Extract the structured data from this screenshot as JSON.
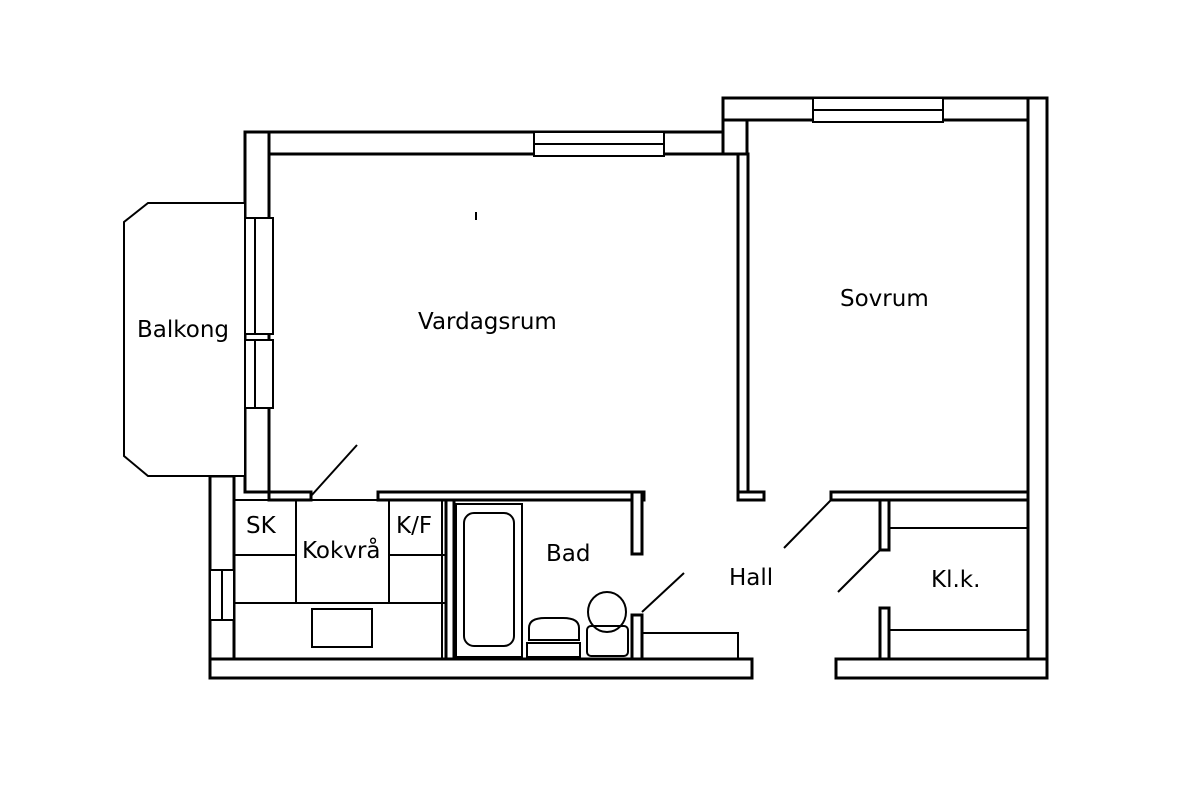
{
  "rooms": {
    "balkong": "Balkong",
    "vardagsrum": "Vardagsrum",
    "sovrum": "Sovrum",
    "sk": "SK",
    "kokvra": "Kokvrå",
    "kf": "K/F",
    "bad": "Bad",
    "hall": "Hall",
    "klk": "Kl.k."
  },
  "colors": {
    "line": "#000000",
    "background": "#ffffff"
  }
}
